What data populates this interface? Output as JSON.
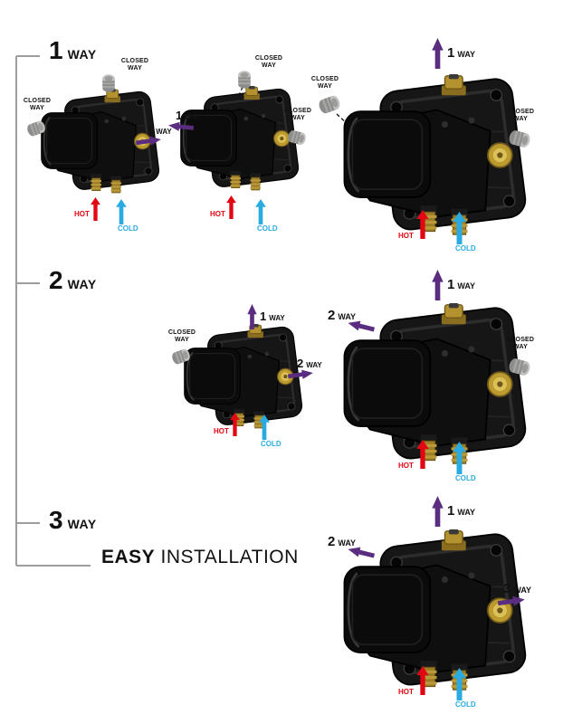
{
  "sections": [
    {
      "number": "1",
      "unit": "WAY"
    },
    {
      "number": "2",
      "unit": "WAY"
    },
    {
      "number": "3",
      "unit": "WAY"
    }
  ],
  "footer": {
    "bold": "EASY",
    "regular": "INSTALLATION"
  },
  "labels": {
    "closed_line1": "CLOSED",
    "closed_line2": "WAY",
    "hot": "HOT",
    "cold": "COLD",
    "way_unit": "WAY",
    "n1": "1",
    "n2": "2",
    "n3": "3"
  },
  "colors": {
    "way_arrow": "#5b2d81",
    "hot": "#e30613",
    "cold": "#29abe2",
    "line": "#1a1a1a",
    "bracket": "#9d9d9c"
  }
}
